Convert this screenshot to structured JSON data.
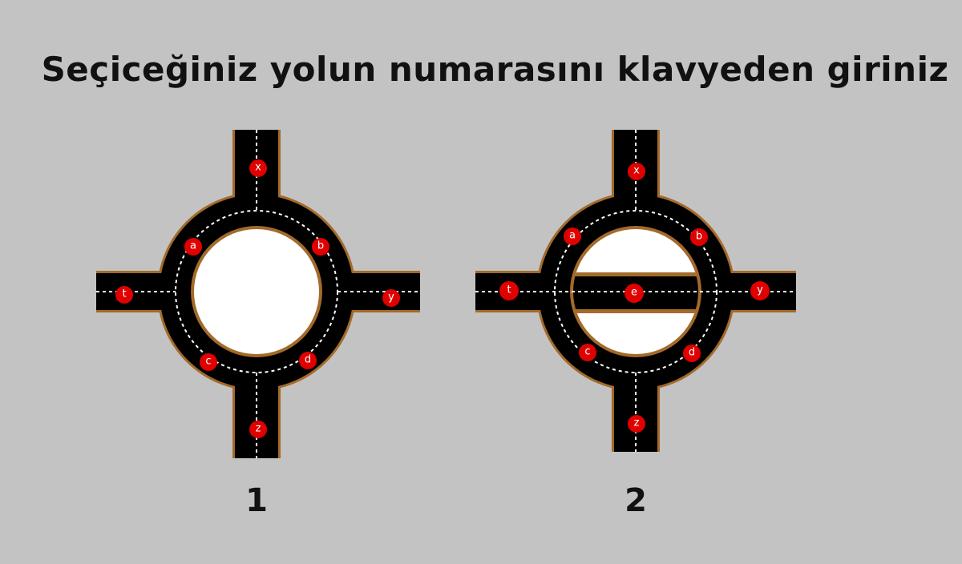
{
  "title": "Seçiceğiniz yolun numarasını klavyeden giriniz",
  "colors": {
    "background": "#c3c3c3",
    "road": "#000000",
    "road_edge": "#a36a2a",
    "lane_marking": "#ffffff",
    "marker": "#e00000",
    "island": "#ffffff"
  },
  "options": [
    {
      "number": "1",
      "markers": {
        "x": "x",
        "a": "a",
        "b": "b",
        "t": "t",
        "y": "y",
        "c": "c",
        "d": "d",
        "z": "z"
      }
    },
    {
      "number": "2",
      "markers": {
        "x": "x",
        "a": "a",
        "b": "b",
        "t": "t",
        "e": "e",
        "y": "y",
        "c": "c",
        "d": "d",
        "z": "z"
      }
    }
  ]
}
